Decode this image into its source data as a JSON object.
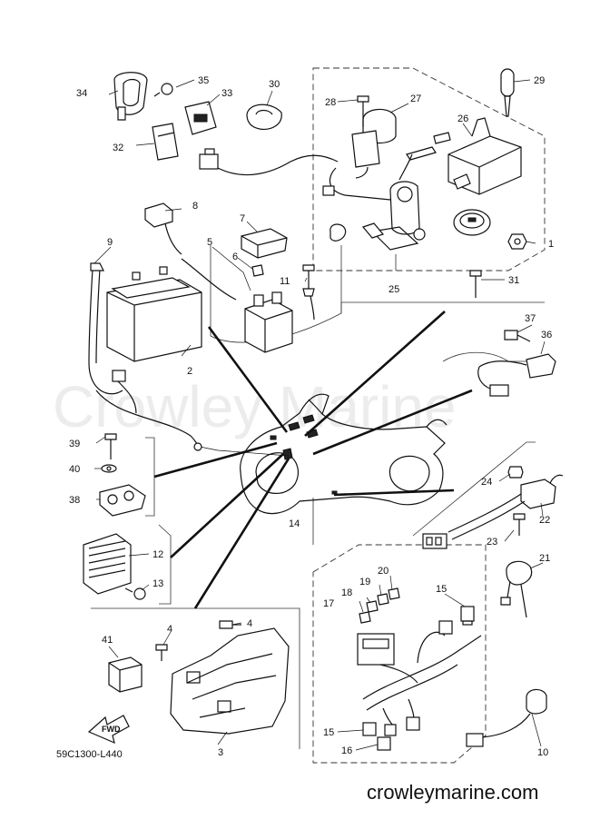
{
  "watermark": "Crowley Marine",
  "diagram_code": "59C1300-L440",
  "site": "crowleymarine.com",
  "fwd_label": "FWD",
  "callouts": {
    "c1": "1",
    "c2": "2",
    "c3": "3",
    "c4a": "4",
    "c4b": "4",
    "c5": "5",
    "c6": "6",
    "c7": "7",
    "c8": "8",
    "c9": "9",
    "c10": "10",
    "c11": "11",
    "c12": "12",
    "c13": "13",
    "c14": "14",
    "c15a": "15",
    "c15b": "15",
    "c16": "16",
    "c17": "17",
    "c18": "18",
    "c19": "19",
    "c20": "20",
    "c21": "21",
    "c22": "22",
    "c23": "23",
    "c24": "24",
    "c25": "25",
    "c26": "26",
    "c27": "27",
    "c28": "28",
    "c29": "29",
    "c30": "30",
    "c31": "31",
    "c32": "32",
    "c33": "33",
    "c34": "34",
    "c35": "35",
    "c36": "36",
    "c37": "37",
    "c38": "38",
    "c39": "39",
    "c40": "40",
    "c41": "41"
  }
}
